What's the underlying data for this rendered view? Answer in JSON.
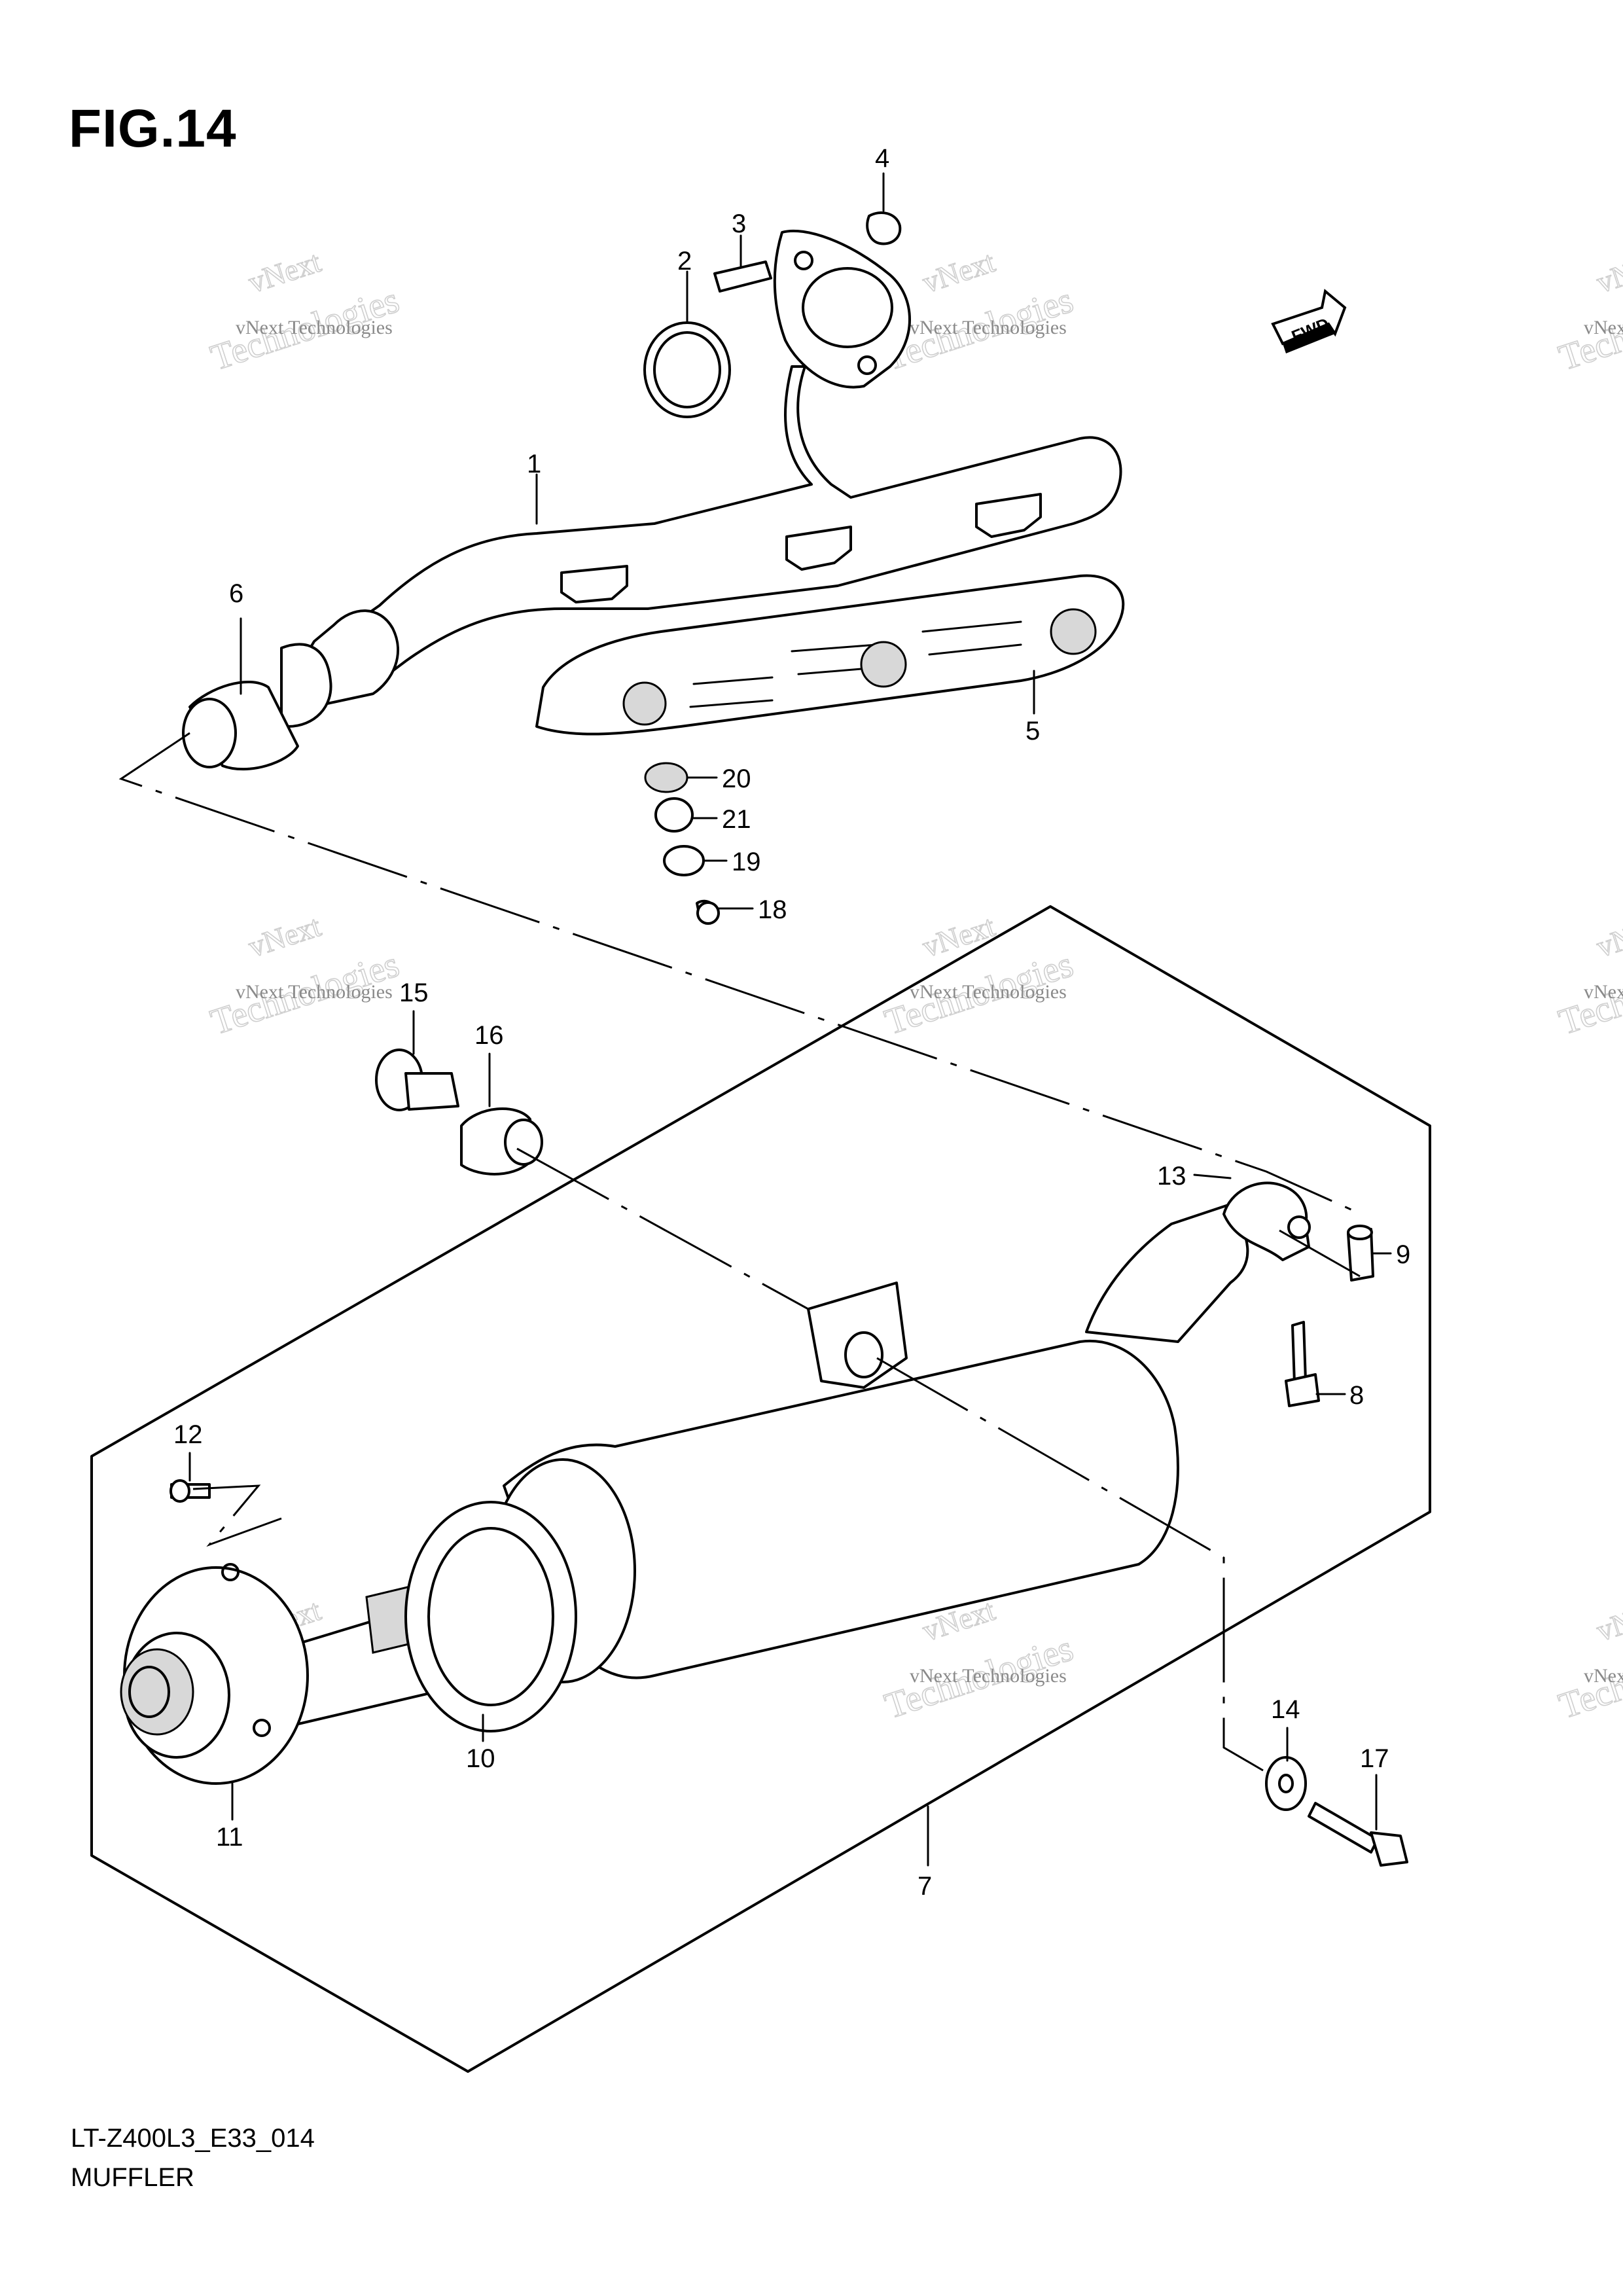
{
  "figure": {
    "title": "FIG.14",
    "code": "LT-Z400L3_E33_014",
    "name": "MUFFLER"
  },
  "fwd_label": "FWD",
  "watermark": {
    "line_small": "vNext Technologies",
    "line_brand": "vNext",
    "line_large": "Technologies"
  },
  "callouts": [
    "1",
    "2",
    "3",
    "4",
    "5",
    "6",
    "7",
    "8",
    "9",
    "10",
    "11",
    "12",
    "13",
    "14",
    "15",
    "16",
    "17",
    "18",
    "19",
    "20",
    "21"
  ]
}
